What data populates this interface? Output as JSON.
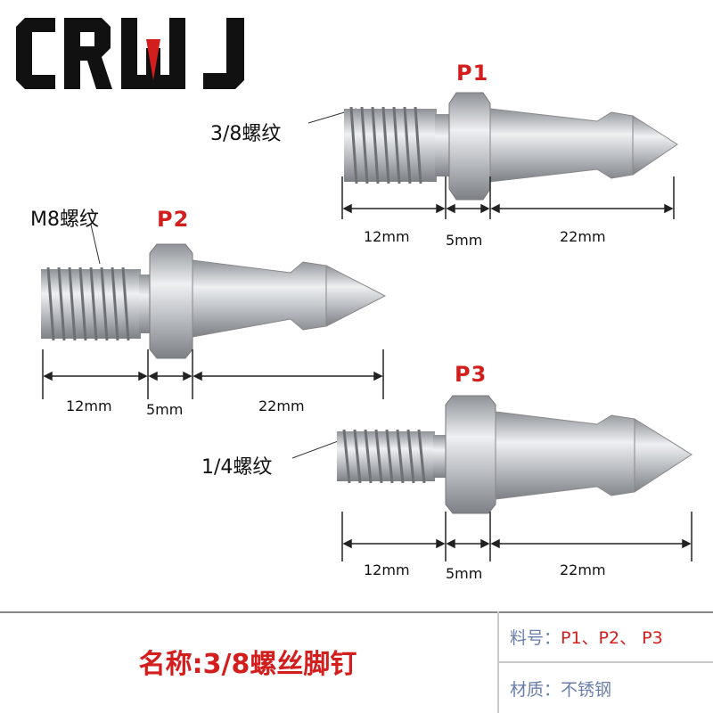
{
  "brand": {
    "logo_text": "CRWJ"
  },
  "products": [
    {
      "code": "P1",
      "thread_label": "3/8螺纹",
      "dims": [
        "12mm",
        "5mm",
        "22mm"
      ]
    },
    {
      "code": "P2",
      "thread_label": "M8螺纹",
      "dims": [
        "12mm",
        "5mm",
        "22mm"
      ]
    },
    {
      "code": "P3",
      "thread_label": "1/4螺纹",
      "dims": [
        "12mm",
        "5mm",
        "22mm"
      ]
    }
  ],
  "spec_table": {
    "name": "名称:3/8螺丝脚钉",
    "part_no_label": "料号：",
    "part_no_value": "P1、P2、 P3",
    "material_label": "材质：",
    "material_value": "不锈钢"
  },
  "colors": {
    "accent": "#d31e1e",
    "muted_text": "#6a7ea8",
    "steel": "#b9bcc0"
  }
}
